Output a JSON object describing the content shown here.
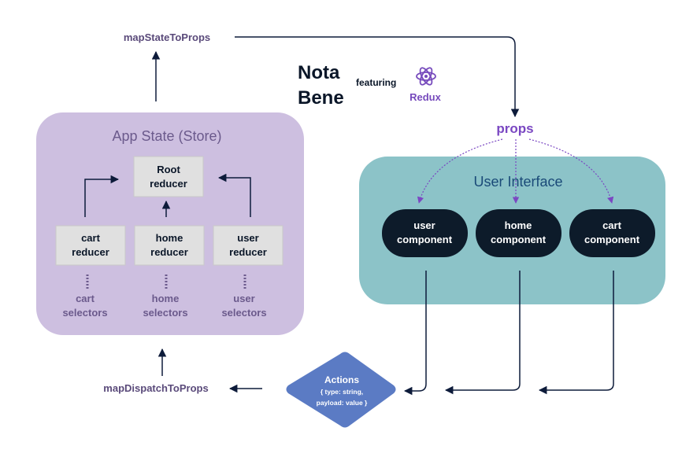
{
  "title": {
    "line1": "Nota",
    "line2": "Bene",
    "featuring": "featuring",
    "brand": "Redux"
  },
  "store": {
    "title": "App State (Store)",
    "root_reducer": [
      "Root",
      "reducer"
    ],
    "reducers": [
      {
        "label": [
          "cart",
          "reducer"
        ],
        "selectors": [
          "cart",
          "selectors"
        ]
      },
      {
        "label": [
          "home",
          "reducer"
        ],
        "selectors": [
          "home",
          "selectors"
        ]
      },
      {
        "label": [
          "user",
          "reducer"
        ],
        "selectors": [
          "user",
          "selectors"
        ]
      }
    ]
  },
  "ui": {
    "title": "User Interface",
    "components": [
      {
        "label": [
          "user",
          "component"
        ]
      },
      {
        "label": [
          "home",
          "component"
        ]
      },
      {
        "label": [
          "cart",
          "component"
        ]
      }
    ]
  },
  "props_label": "props",
  "map_state_label": "mapStateToProps",
  "map_dispatch_label": "mapDispatchToProps",
  "actions": {
    "title": "Actions",
    "line1": "{ type: string,",
    "line2": "payload: value }"
  },
  "colors": {
    "store_bg": "#cdbfe0",
    "store_title": "#6b5a8c",
    "reducer_box": "#e0e0e0",
    "ui_bg": "#8cc3c8",
    "ui_title": "#1a4a78",
    "component_bg": "#0d1b2a",
    "props": "#7a47c2",
    "map_labels": "#5a4a7a",
    "actions_bg": "#5b7bc4",
    "arrow": "#0d1b3a",
    "dark_text": "#0a1628",
    "redux_purple": "#764abc"
  },
  "icons": {
    "brand": "redux-logo-icon"
  }
}
